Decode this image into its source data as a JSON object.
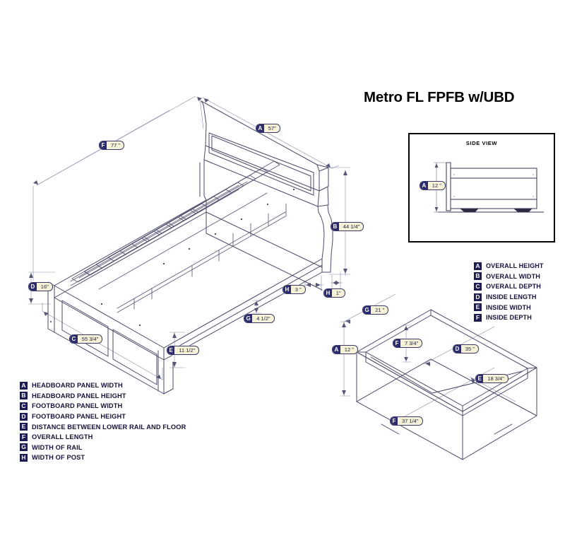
{
  "document": {
    "title": "Metro FL FPFB w/UBD",
    "type": "furniture-dimension-diagram"
  },
  "inset": {
    "label": "SIDE VIEW",
    "callout": {
      "key": "A",
      "value": "12 \""
    }
  },
  "bed_callouts": [
    {
      "key": "F",
      "value": "77 \""
    },
    {
      "key": "A",
      "value": "57\""
    },
    {
      "key": "B",
      "value": "44 1/4\""
    },
    {
      "key": "D",
      "value": "16\""
    },
    {
      "key": "C",
      "value": "55 3/4\""
    },
    {
      "key": "E",
      "value": "11 1/2\""
    },
    {
      "key": "G",
      "value": "4 1/2\""
    },
    {
      "key": "H",
      "value": "3 \""
    },
    {
      "key": "H",
      "value": "1\""
    }
  ],
  "drawer_callouts": [
    {
      "key": "G",
      "value": "21 \""
    },
    {
      "key": "A",
      "value": "12 \""
    },
    {
      "key": "F",
      "value": "7 3/4\""
    },
    {
      "key": "D",
      "value": "35 \""
    },
    {
      "key": "E",
      "value": "18 3/4\""
    },
    {
      "key": "F",
      "value": "37 1/4\""
    }
  ],
  "legend_bed": {
    "items": [
      {
        "key": "A",
        "label": "HEADBOARD PANEL WIDTH"
      },
      {
        "key": "B",
        "label": "HEADBOARD PANEL HEIGHT"
      },
      {
        "key": "C",
        "label": "FOOTBOARD PANEL WIDTH"
      },
      {
        "key": "D",
        "label": "FOOTBOARD PANEL HEIGHT"
      },
      {
        "key": "E",
        "label": "DISTANCE BETWEEN LOWER RAIL AND FLOOR"
      },
      {
        "key": "F",
        "label": "OVERALL LENGTH"
      },
      {
        "key": "G",
        "label": "WIDTH OF RAIL"
      },
      {
        "key": "H",
        "label": "WIDTH OF POST"
      }
    ]
  },
  "legend_drawer": {
    "items": [
      {
        "key": "A",
        "label": "OVERALL HEIGHT"
      },
      {
        "key": "B",
        "label": "OVERALL WIDTH"
      },
      {
        "key": "C",
        "label": "OVERALL DEPTH"
      },
      {
        "key": "D",
        "label": "INSIDE LENGTH"
      },
      {
        "key": "E",
        "label": "INSIDE WIDTH"
      },
      {
        "key": "F",
        "label": "INSIDE DEPTH"
      }
    ]
  },
  "colors": {
    "line": "#4a4a6a",
    "outline": "#2b2b44",
    "badge_tag": "#2b2b6e",
    "badge_body": "#f6f2d8",
    "legend_key": "#1c1c52"
  }
}
